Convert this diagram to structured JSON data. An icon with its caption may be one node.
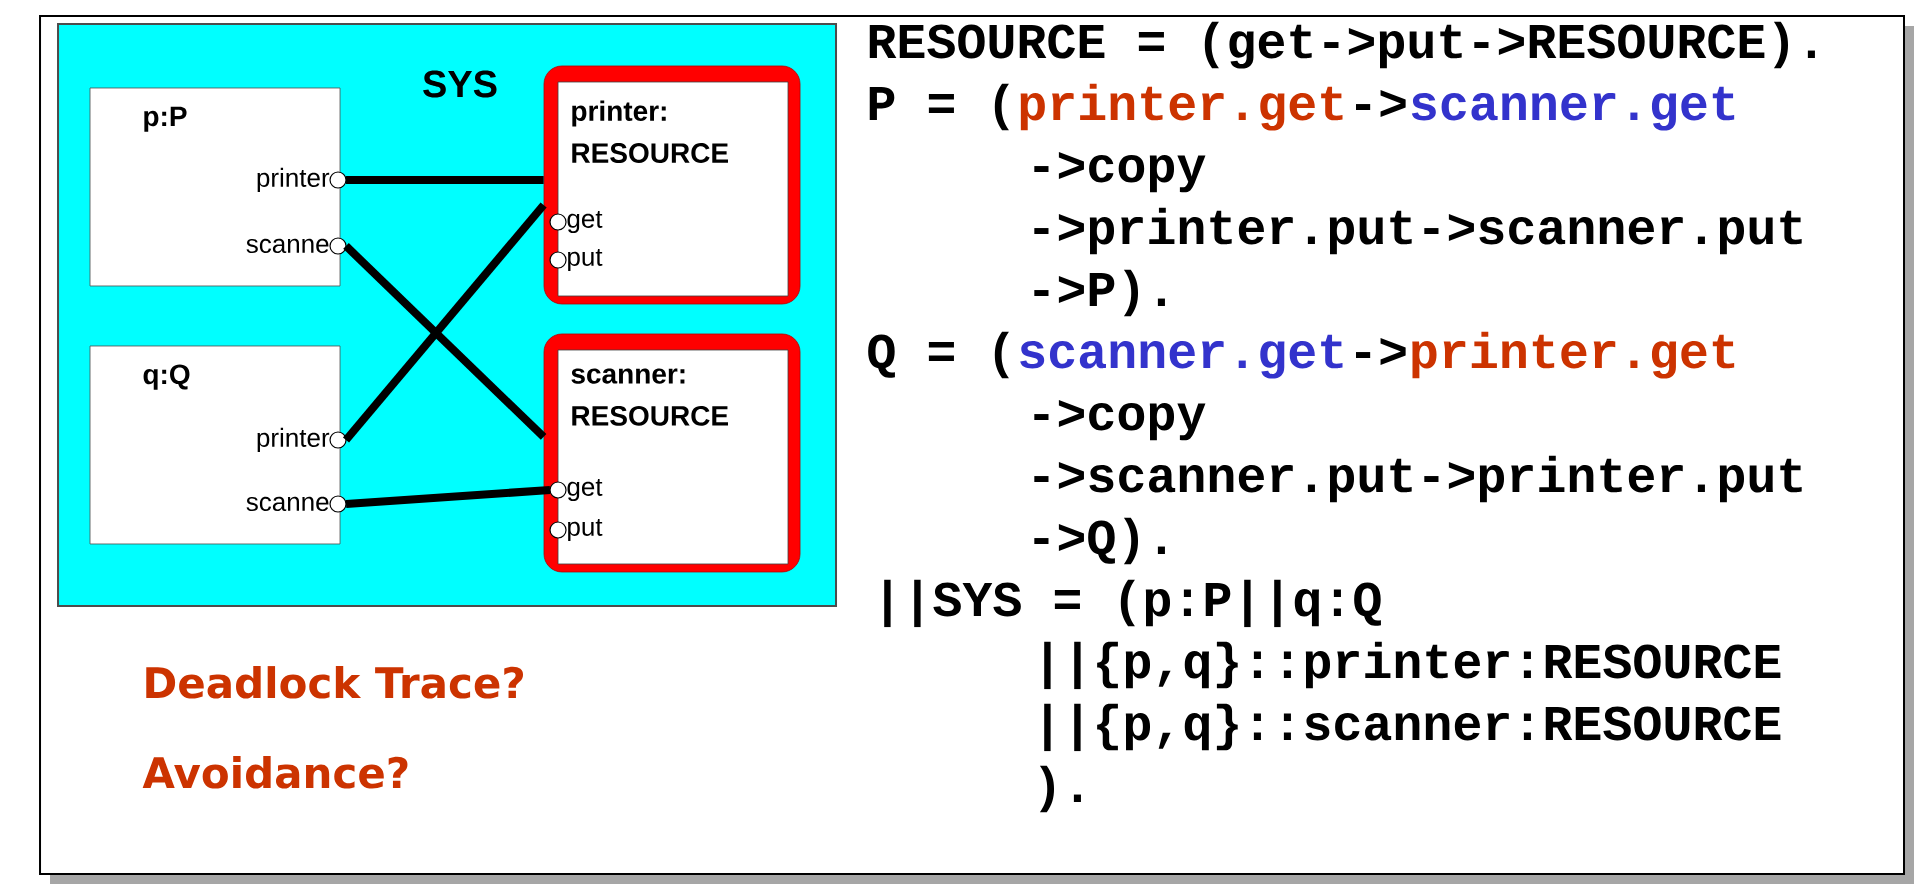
{
  "diagram": {
    "nodes": [
      {
        "text": [
          "SYS"
        ]
      },
      {
        "text": [
          "p:P"
        ],
        "in": 0
      },
      {
        "text": [
          "printer"
        ],
        "in": 1
      },
      {
        "text": [
          "scanne"
        ],
        "in": 1
      },
      {
        "text": [
          "q:Q"
        ],
        "in": 0
      },
      {
        "text": [
          "printer"
        ],
        "in": 4
      },
      {
        "text": [
          "scanne"
        ],
        "in": 4
      },
      {
        "text": [
          "printer: RESOURCE"
        ],
        "in": 0
      },
      {
        "text": [
          "get"
        ],
        "in": 7
      },
      {
        "text": [
          "put"
        ],
        "in": 7
      },
      {
        "text": [
          "scanner: RESOURCE"
        ],
        "in": 0
      },
      {
        "text": [
          "get"
        ],
        "in": 10
      },
      {
        "text": [
          "put"
        ],
        "in": 10
      }
    ],
    "edges": [
      {
        "from": 2,
        "to": 7,
        "arrow": "none"
      },
      {
        "from": 3,
        "to": 10,
        "arrow": "none"
      },
      {
        "from": 5,
        "to": 7,
        "arrow": "none"
      },
      {
        "from": 6,
        "to": 11,
        "arrow": "none"
      }
    ],
    "labels": [
      "RESOURCE = (get->put->RESOURCE).",
      "P = (",
      "printer.get",
      "->",
      "scanner.get",
      "->copy",
      "->printer.put->scanner.put",
      "->P).",
      "Q = (",
      "scanner.get",
      "->",
      "printer.get",
      "->copy",
      "->scanner.put->printer.put",
      "->Q).",
      "||SYS = (p:P||q:Q",
      "||{p,q}::printer:RESOURCE",
      "||{p,q}::scanner:RESOURCE",
      ").",
      "Deadlock Trace?",
      "Avoidance?"
    ]
  }
}
